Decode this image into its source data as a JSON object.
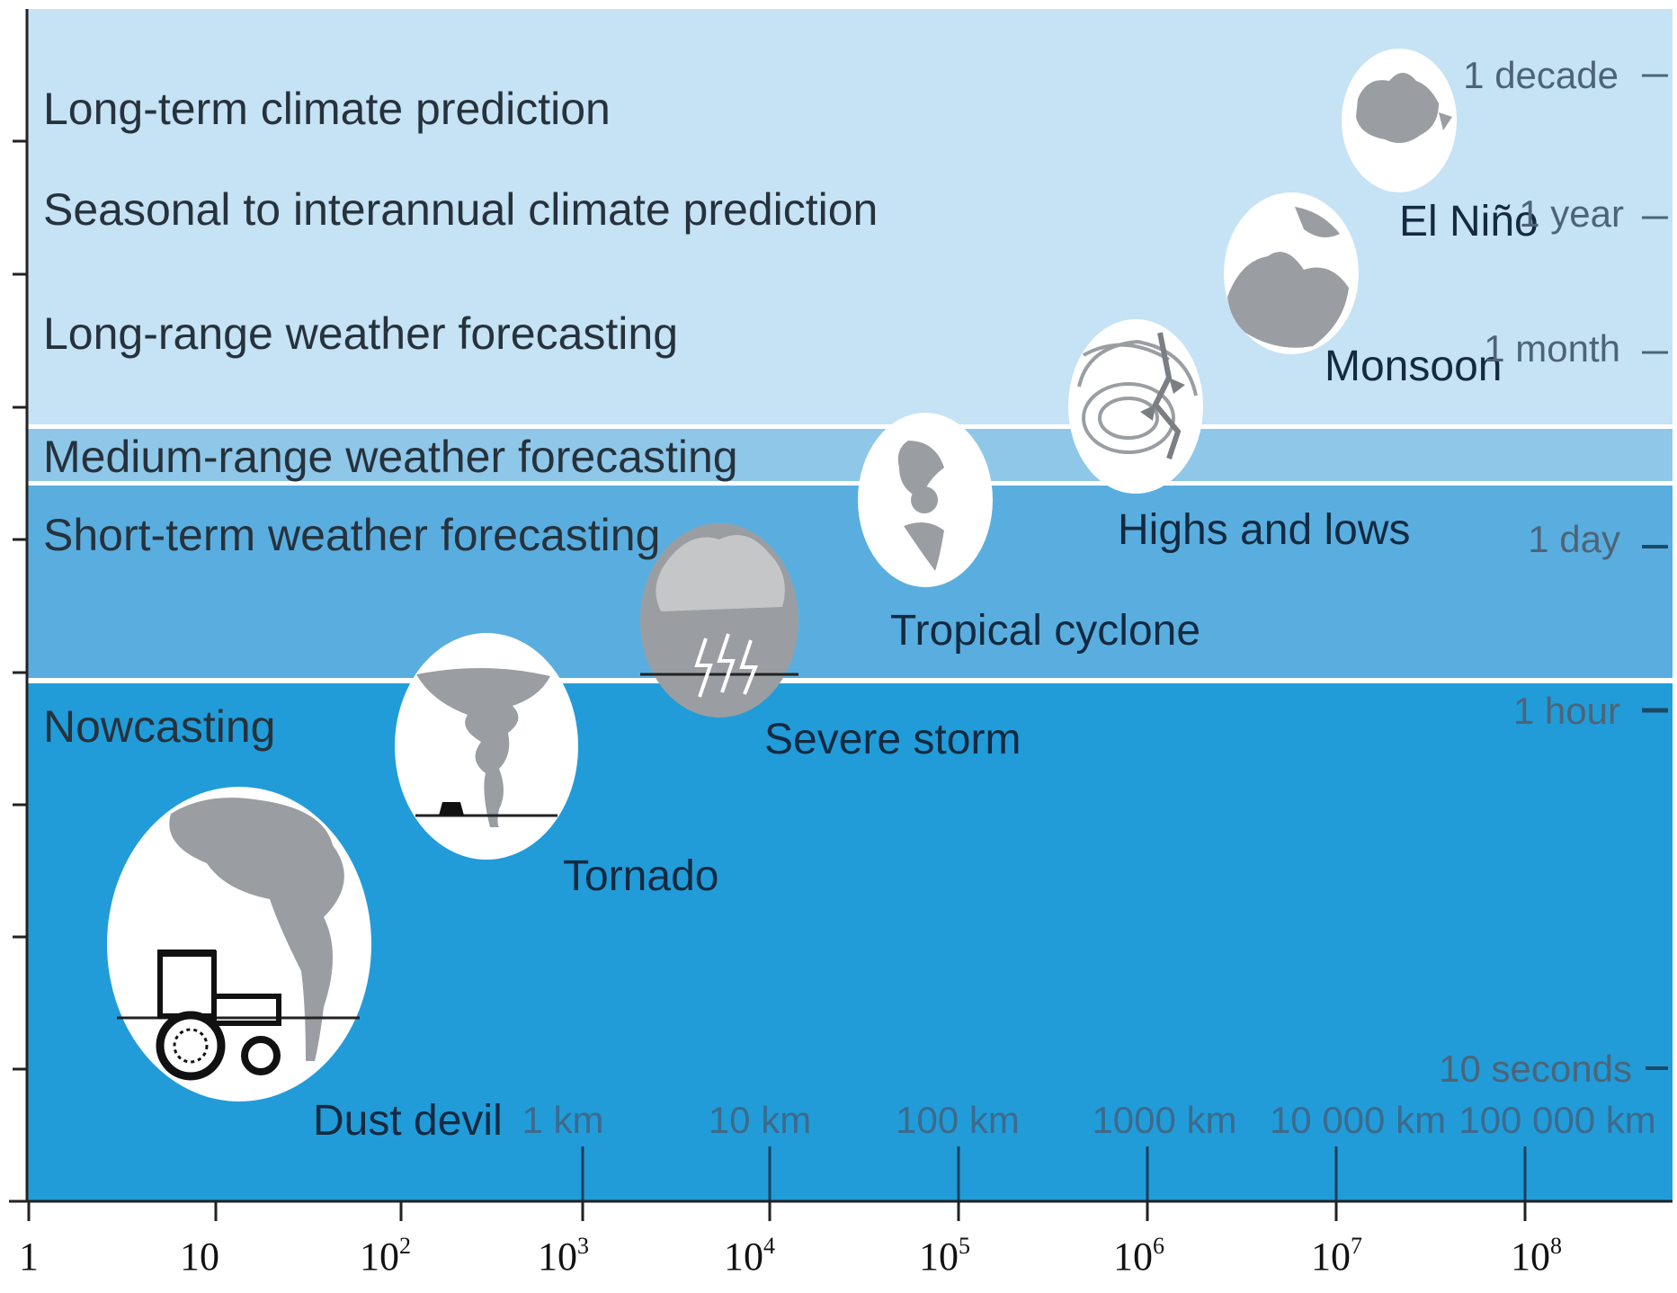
{
  "bands": [
    {
      "key": "long_term",
      "label": "Long-term climate prediction"
    },
    {
      "key": "seasonal",
      "label": "Seasonal to interannual climate prediction"
    },
    {
      "key": "long_range",
      "label": "Long-range weather forecasting"
    },
    {
      "key": "medium_range",
      "label": "Medium-range weather forecasting"
    },
    {
      "key": "short_term",
      "label": "Short-term weather forecasting"
    },
    {
      "key": "nowcasting",
      "label": "Nowcasting"
    }
  ],
  "phenomena": [
    {
      "key": "dust_devil",
      "label": "Dust devil"
    },
    {
      "key": "tornado",
      "label": "Tornado"
    },
    {
      "key": "severe_storm",
      "label": "Severe storm"
    },
    {
      "key": "tropical_cyclone",
      "label": "Tropical cyclone"
    },
    {
      "key": "highs_lows",
      "label": "Highs and lows"
    },
    {
      "key": "monsoon",
      "label": "Monsoon"
    },
    {
      "key": "el_nino",
      "label": "El Niño"
    }
  ],
  "time_scale": [
    "1 decade",
    "1 year",
    "1 month",
    "1 day",
    "1 hour",
    "10 seconds"
  ],
  "space_scale": [
    "1 km",
    "10 km",
    "100 km",
    "1000 km",
    "10 000 km",
    "100 000 km"
  ],
  "x_axis": {
    "tick_labels": [
      {
        "base": "1",
        "exp": ""
      },
      {
        "base": "10",
        "exp": ""
      },
      {
        "base": "10",
        "exp": "2"
      },
      {
        "base": "10",
        "exp": "3"
      },
      {
        "base": "10",
        "exp": "4"
      },
      {
        "base": "10",
        "exp": "5"
      },
      {
        "base": "10",
        "exp": "6"
      },
      {
        "base": "10",
        "exp": "7"
      },
      {
        "base": "10",
        "exp": "8"
      }
    ]
  },
  "colors": {
    "climate_band": "#c6e2f5",
    "medium_band": "#8fc7e9",
    "short_band": "#5aaedf",
    "now_band": "#219cd9",
    "illustration_gray": "#9a9ea2"
  }
}
